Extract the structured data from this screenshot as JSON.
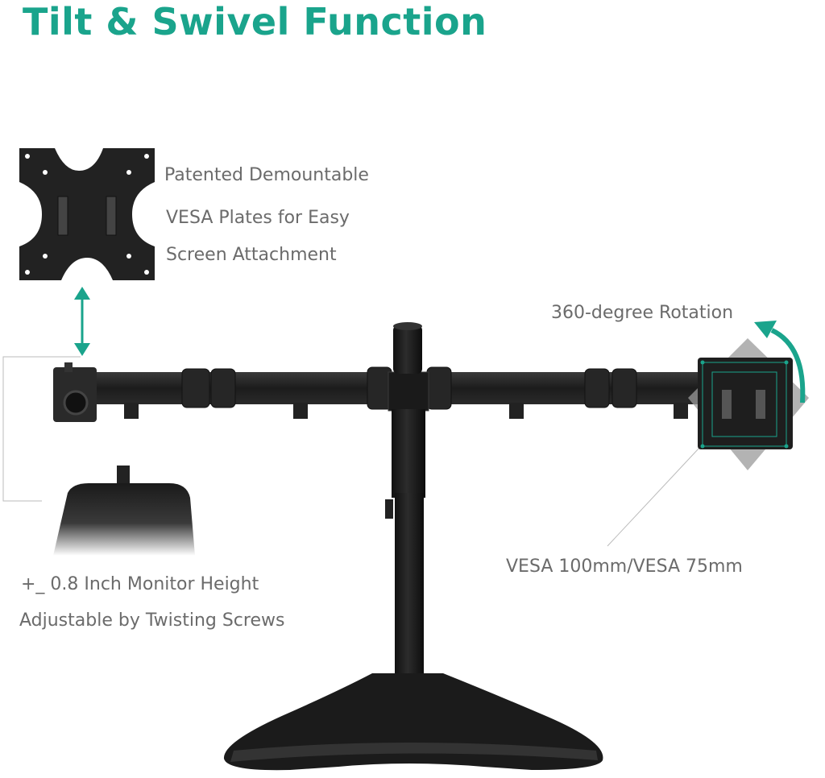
{
  "title": "Tilt & Swivel Function",
  "captions": {
    "vesa_plate": [
      "Patented Demountable",
      "VESA Plates for Easy",
      "Screen Attachment"
    ],
    "rotation": "360-degree Rotation",
    "vesa_size": "VESA 100mm/VESA 75mm",
    "height_adjust": [
      "+_ 0.8 Inch Monitor Height",
      "Adjustable by Twisting Screws"
    ]
  },
  "colors": {
    "accent": "#1aa48c",
    "caption_text": "#6b6b6b",
    "metal": "#1e1e1e"
  },
  "icons": [
    "double-arrow-vertical-icon",
    "rotation-arrow-icon"
  ]
}
